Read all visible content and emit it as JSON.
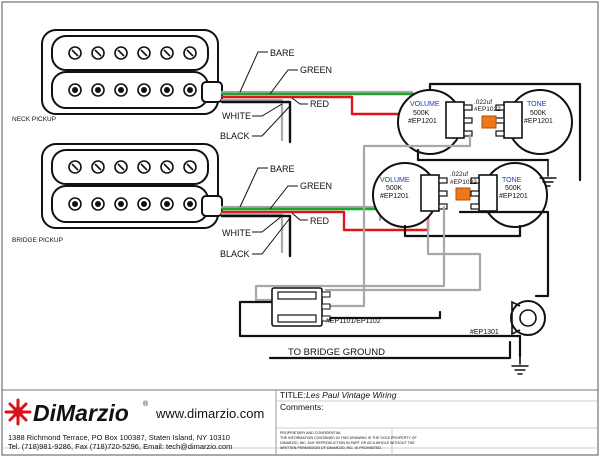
{
  "pickups": {
    "neck_label": "NECK PICKUP",
    "bridge_label": "BRIDGE PICKUP"
  },
  "wires": {
    "neck": {
      "bare": "BARE",
      "green": "GREEN",
      "red": "RED",
      "white": "WHITE",
      "black": "BLACK"
    },
    "bridge": {
      "bare": "BARE",
      "green": "GREEN",
      "red": "RED",
      "white": "WHITE",
      "black": "BLACK"
    }
  },
  "pots": {
    "neck_volume": {
      "title": "VOLUME",
      "value": "500K",
      "part": "#EP1201"
    },
    "neck_tone": {
      "title": "TONE",
      "value": "500K",
      "part": "#EP1201"
    },
    "bridge_volume": {
      "title": "VOLUME",
      "value": "500K",
      "part": "#EP1201"
    },
    "bridge_tone": {
      "title": "TONE",
      "value": "500K",
      "part": "#EP1201"
    }
  },
  "capacitors": {
    "neck": {
      "value": ".022uf",
      "part": "#EP1022"
    },
    "bridge": {
      "value": ".022uf",
      "part": "#EP1022"
    }
  },
  "switch_label": "#EP1101/EP1102",
  "jack_label": "#EP1301",
  "bridge_ground": "TO BRIDGE GROUND",
  "colors": {
    "green": "#1aa82a",
    "red": "#e0141a",
    "black": "#111111",
    "gray": "#a8a8a8",
    "orange": "#f07818",
    "logo_red": "#d8141a"
  },
  "title_block": {
    "brand": "DiMarzio",
    "registered": "®",
    "website": "www.dimarzio.com",
    "address": "1388 Richmond Terrace, PO Box 100387, Staten Island, NY 10310",
    "contact": "Tel. (718)981-9286, Fax (718)720-5296, Email: tech@dimarzio.com",
    "title_prefix": "TITLE:",
    "title": "Les Paul Vintage Wiring",
    "comments_label": "Comments:",
    "prop_head": "PROPRIETARY AND CONFIDENTIAL",
    "prop_1": "THE INFORMATION CONTAINED IN THIS DRAWING IS THE SOLE PROPERTY OF",
    "prop_2": "DIMARZIO, INC.  ANY REPRODUCTION IN PART OR AS A WHOLE WITHOUT THE",
    "prop_3": "WRITTEN PERMISSION OF DIMARZIO, INC. IS PROHIBITED."
  }
}
